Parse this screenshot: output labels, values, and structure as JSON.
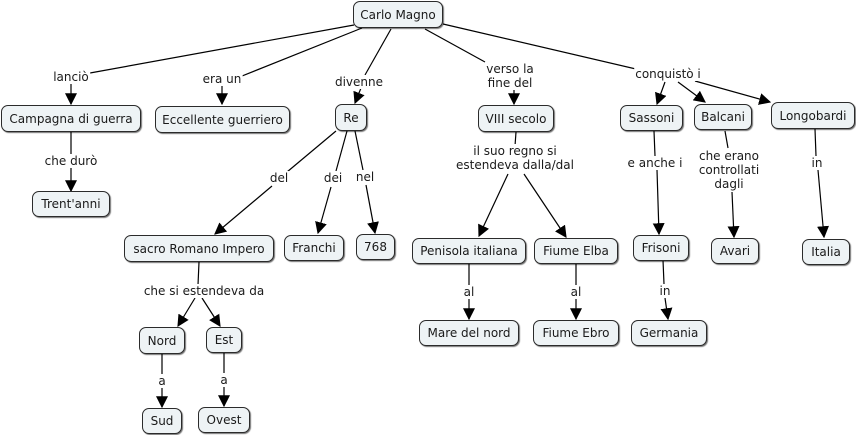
{
  "colors": {
    "node_fill": "#eef3f5",
    "node_border": "#2b2b2b",
    "edge": "#000000",
    "background": "#ffffff"
  },
  "nodes": {
    "carlo": "Carlo Magno",
    "campagna": "Campagna di guerra",
    "eccellente": "Eccellente guerriero",
    "re": "Re",
    "viii": "VIII secolo",
    "sassoni": "Sassoni",
    "balcani": "Balcani",
    "longobardi": "Longobardi",
    "trentanni": "Trent'anni",
    "sacro": "sacro Romano Impero",
    "franchi": "Franchi",
    "n768": "768",
    "penisola": "Penisola italiana",
    "elba": "Fiume Elba",
    "frisoni": "Frisoni",
    "avari": "Avari",
    "italia": "Italia",
    "nord": "Nord",
    "est": "Est",
    "mare": "Mare del nord",
    "ebro": "Fiume Ebro",
    "germania": "Germania",
    "sud": "Sud",
    "ovest": "Ovest"
  },
  "links": {
    "lancio": "lanciò",
    "era_un": "era un",
    "divenne": "divenne",
    "verso": "verso la\nfine del",
    "conquisto": "conquistò i",
    "che_duro": "che durò",
    "del": "del",
    "dei": "dei",
    "nel": "nel",
    "suo_regno": "il suo regno si\nestendeva dalla/dal",
    "e_anche": "e anche i",
    "controllati": "che erano\ncontrollati\ndagli",
    "in_italia": "in",
    "che_si": "che si estendeva da",
    "al_mare": "al",
    "al_ebro": "al",
    "in_germania": "in",
    "a_sud": "a",
    "a_ovest": "a"
  }
}
